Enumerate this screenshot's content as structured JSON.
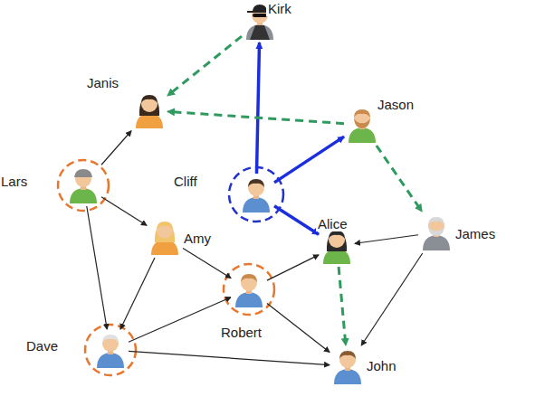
{
  "diagram": {
    "nodes": [
      {
        "text": [
          "Kirk"
        ]
      },
      {
        "text": [
          "Janis"
        ]
      },
      {
        "text": [
          "Jason"
        ]
      },
      {
        "text": [
          "Lars"
        ]
      },
      {
        "text": [
          "Cliff"
        ]
      },
      {
        "text": [
          "Alice"
        ]
      },
      {
        "text": [
          "Amy"
        ]
      },
      {
        "text": [
          "James"
        ]
      },
      {
        "text": [
          "Robert"
        ]
      },
      {
        "text": [
          "Dave"
        ]
      },
      {
        "text": [
          "John"
        ]
      }
    ],
    "edges": [
      {
        "from": 4,
        "to": 0,
        "arrow": "to"
      },
      {
        "from": 4,
        "to": 2,
        "arrow": "to"
      },
      {
        "from": 4,
        "to": 5,
        "arrow": "to"
      },
      {
        "from": 0,
        "to": 1,
        "arrow": "to"
      },
      {
        "from": 2,
        "to": 1,
        "arrow": "to"
      },
      {
        "from": 2,
        "to": 7,
        "arrow": "to"
      },
      {
        "from": 5,
        "to": 10,
        "arrow": "to"
      },
      {
        "from": 3,
        "to": 1,
        "arrow": "to"
      },
      {
        "from": 3,
        "to": 6,
        "arrow": "to"
      },
      {
        "from": 3,
        "to": 9,
        "arrow": "to"
      },
      {
        "from": 6,
        "to": 8,
        "arrow": "to"
      },
      {
        "from": 6,
        "to": 9,
        "arrow": "to"
      },
      {
        "from": 9,
        "to": 8,
        "arrow": "to"
      },
      {
        "from": 9,
        "to": 10,
        "arrow": "to"
      },
      {
        "from": 8,
        "to": 5,
        "arrow": "to"
      },
      {
        "from": 8,
        "to": 10,
        "arrow": "to"
      },
      {
        "from": 7,
        "to": 5,
        "arrow": "to"
      },
      {
        "from": 7,
        "to": 10,
        "arrow": "to"
      }
    ]
  }
}
